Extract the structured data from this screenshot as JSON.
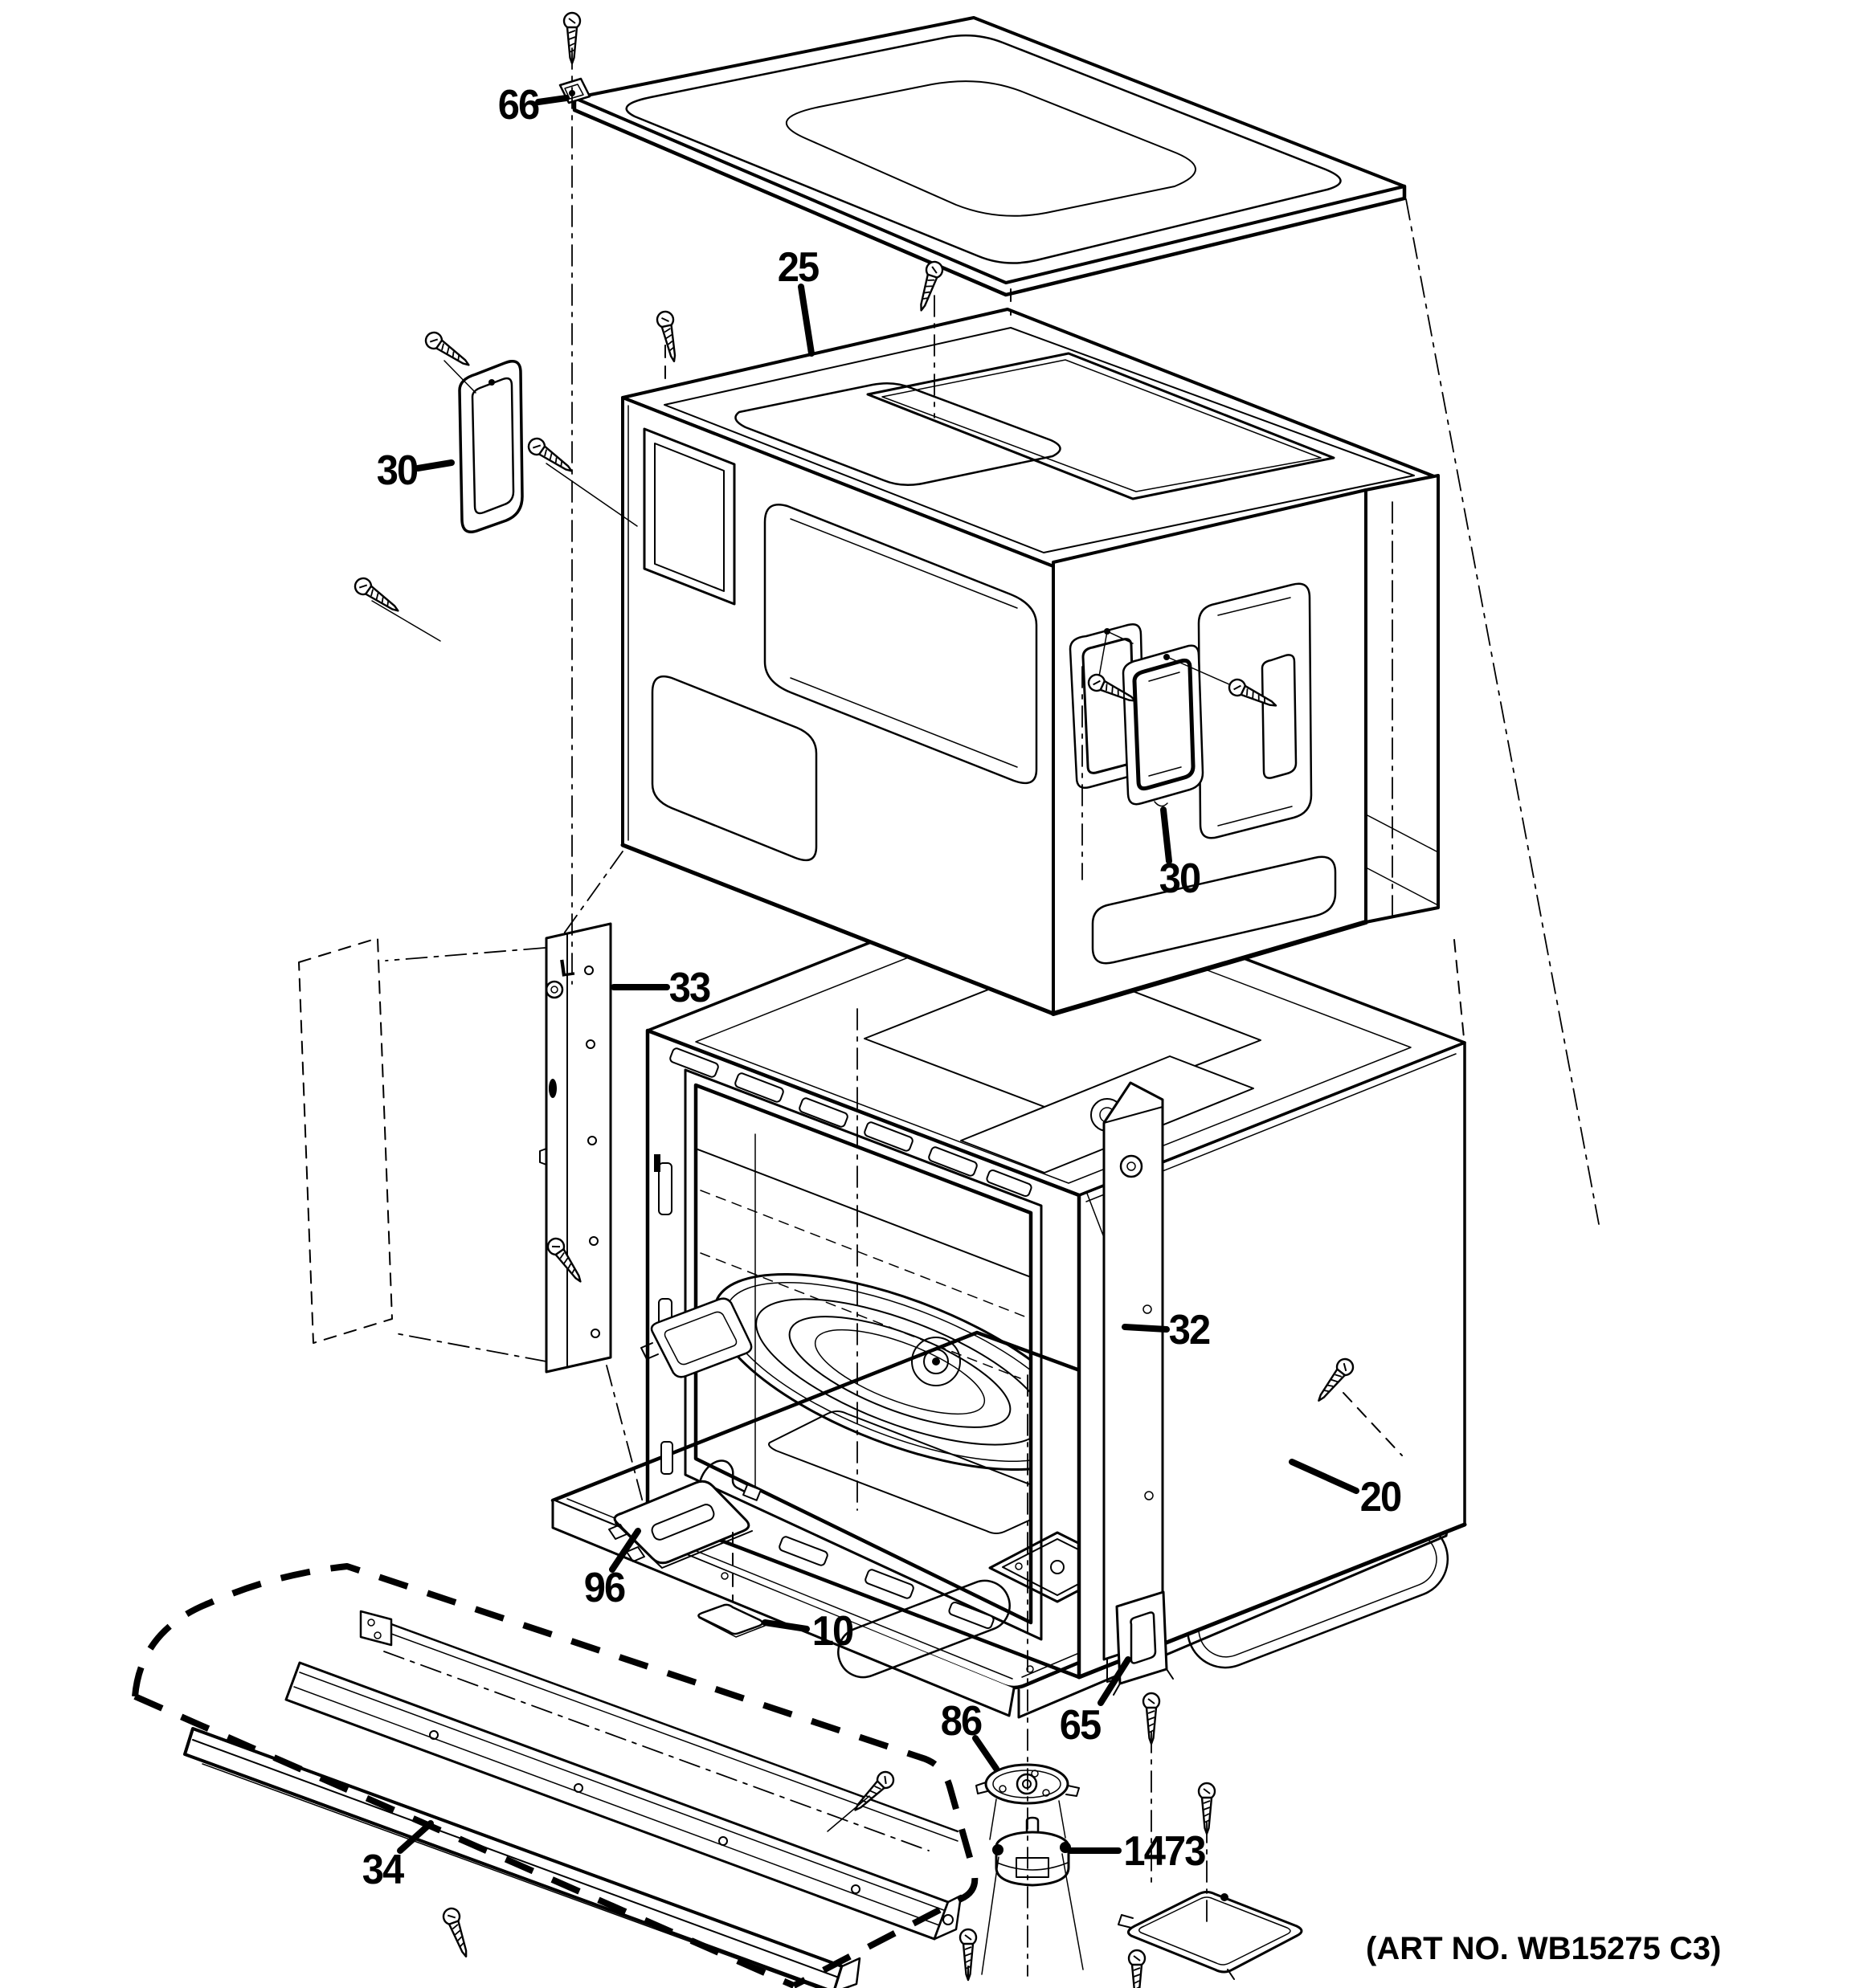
{
  "colors": {
    "ink": "#000000",
    "background": "#ffffff"
  },
  "callouts": [
    {
      "text": "66"
    },
    {
      "text": "25"
    },
    {
      "text": "30"
    },
    {
      "text": "30"
    },
    {
      "text": "33"
    },
    {
      "text": "32"
    },
    {
      "text": "20"
    },
    {
      "text": "96"
    },
    {
      "text": "10"
    },
    {
      "text": "86"
    },
    {
      "text": "65"
    },
    {
      "text": "1473"
    },
    {
      "text": "34"
    }
  ],
  "bracket_mark": "L",
  "footer": {
    "art_no": "(ART NO. WB15275 C3)"
  }
}
